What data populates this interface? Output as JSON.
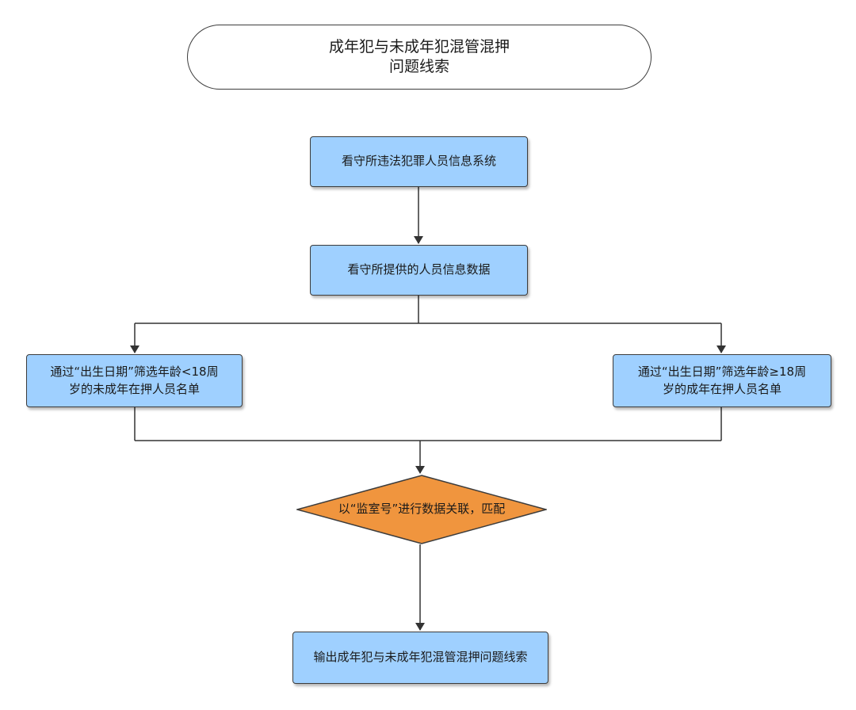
{
  "start": {
    "line1": "成年犯与未成年犯混管混押",
    "line2": "问题线索"
  },
  "system_box": "看守所违法犯罪人员信息系统",
  "data_box": "看守所提供的人员信息数据",
  "minor_box": {
    "line1": "通过“出生日期”筛选年龄<18周",
    "line2": "岁的未成年在押人员名单"
  },
  "adult_box": {
    "line1": "通过“出生日期”筛选年龄≥18周",
    "line2": "岁的成年在押人员名单"
  },
  "decision": "以“监室号”进行数据关联，匹配",
  "output_box": "输出成年犯与未成年犯混管混押问题线索",
  "colors": {
    "process_fill": "#9fd0ff",
    "decision_fill": "#f0953e",
    "stroke": "#3c3c3c",
    "line": "#333333"
  }
}
